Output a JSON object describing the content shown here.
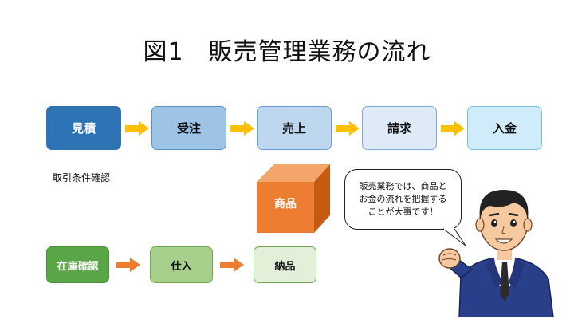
{
  "title": "図1　販売管理業務の流れ",
  "top_flow": [
    {
      "label": "見積",
      "bg": "#2e74b5",
      "border": "#2e74b5",
      "color": "#ffffff"
    },
    {
      "label": "受注",
      "bg": "#9dc3e6",
      "border": "#5b8fc4",
      "color": "#111111"
    },
    {
      "label": "売上",
      "bg": "#bdd7ee",
      "border": "#6b9bd1",
      "color": "#111111"
    },
    {
      "label": "請求",
      "bg": "#deebf7",
      "border": "#7ea6d6",
      "color": "#111111"
    },
    {
      "label": "入金",
      "bg": "#d0ecfa",
      "border": "#7cbbe0",
      "color": "#111111"
    }
  ],
  "bottom_flow": [
    {
      "label": "在庫確認",
      "bg": "#5aa548",
      "border": "#4b8f3b",
      "color": "#ffffff"
    },
    {
      "label": "仕入",
      "bg": "#a8d08d",
      "border": "#70a552",
      "color": "#111111"
    },
    {
      "label": "納品",
      "bg": "#e2f0d9",
      "border": "#70a552",
      "color": "#111111"
    }
  ],
  "note": "取引条件確認",
  "cube_label": "商品",
  "speech": [
    "販売業務では、商品と",
    "お金の流れを把握する",
    "ことが大事です！"
  ],
  "colors": {
    "top_arrow": "#ffc000",
    "bottom_arrow": "#ed7d31",
    "cube_front": "#ed7d31",
    "cube_top": "#f4a56a",
    "cube_side": "#c55a11"
  }
}
